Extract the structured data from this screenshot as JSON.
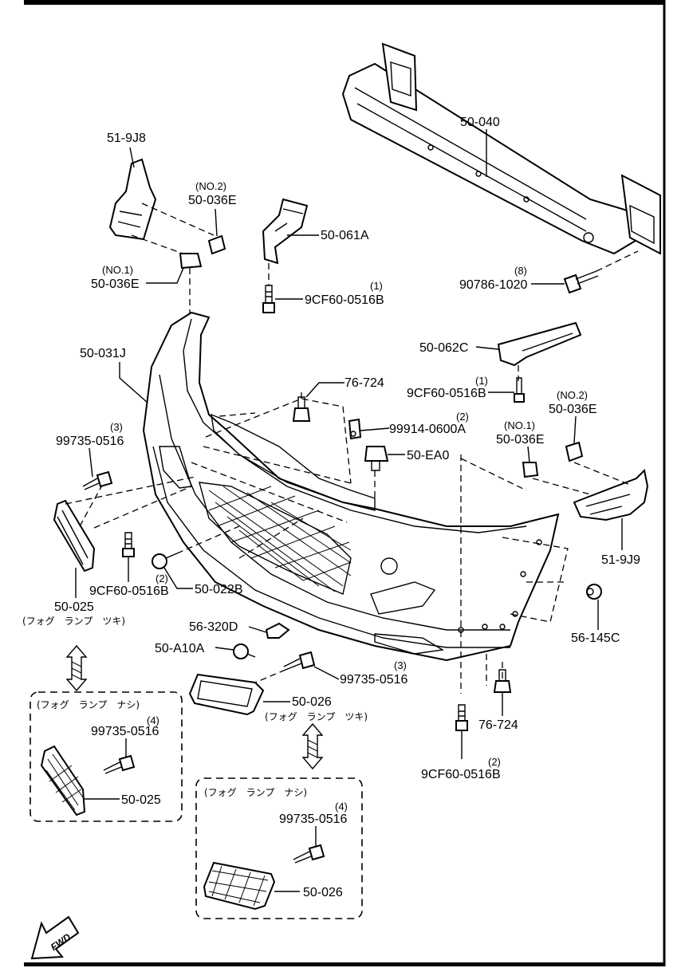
{
  "parts": {
    "p_51_9j8": "51-9J8",
    "p_50_036e_no2_qty": "(NO.2)",
    "p_50_036e_no2": "50-036E",
    "p_50_036e_no1_qty": "(NO.1)",
    "p_50_036e_no1": "50-036E",
    "p_50_061a": "50-061A",
    "p_9cf60_top_qty": "(1)",
    "p_9cf60_top": "9CF60-0516B",
    "p_50_040": "50-040",
    "p_90786_qty": "(8)",
    "p_90786": "90786-1020",
    "p_50_062c": "50-062C",
    "p_9cf60_mid_qty": "(1)",
    "p_9cf60_mid": "9CF60-0516B",
    "p_50_031j": "50-031J",
    "p_76_724_top": "76-724",
    "p_99914_qty": "(2)",
    "p_99914": "99914-0600A",
    "p_50_ea0": "50-EA0",
    "p_50_036e_r_no2_qty": "(NO.2)",
    "p_50_036e_r_no2": "50-036E",
    "p_50_036e_r_no1_qty": "(NO.1)",
    "p_50_036e_r_no1": "50-036E",
    "p_99735_left_qty": "(3)",
    "p_99735_left": "99735-0516",
    "p_51_9j9": "51-9J9",
    "p_50_022b_qty": "(2)",
    "p_50_022b": "50-022B",
    "p_9cf60_left": "9CF60-0516B",
    "p_50_025": "50-025",
    "p_50_025_note": "(フォグ　ランプ　ツキ)",
    "p_56_320d": "56-320D",
    "p_50_a10a": "50-A10A",
    "p_56_145c": "56-145C",
    "p_99735_mid_qty": "(3)",
    "p_99735_mid": "99735-0516",
    "p_50_026": "50-026",
    "p_50_026_note": "(フォグ　ランプ　ツキ)",
    "p_76_724_bot": "76-724",
    "p_9cf60_bot_qty": "(2)",
    "p_9cf60_bot": "9CF60-0516B"
  },
  "box_left": {
    "title": "(フォグ　ランプ　ナシ)",
    "qty": "(4)",
    "bolt": "99735-0516",
    "part": "50-025"
  },
  "box_right": {
    "title": "(フォグ　ランプ　ナシ)",
    "qty": "(4)",
    "bolt": "99735-0516",
    "part": "50-026"
  },
  "fwd": "FWD"
}
